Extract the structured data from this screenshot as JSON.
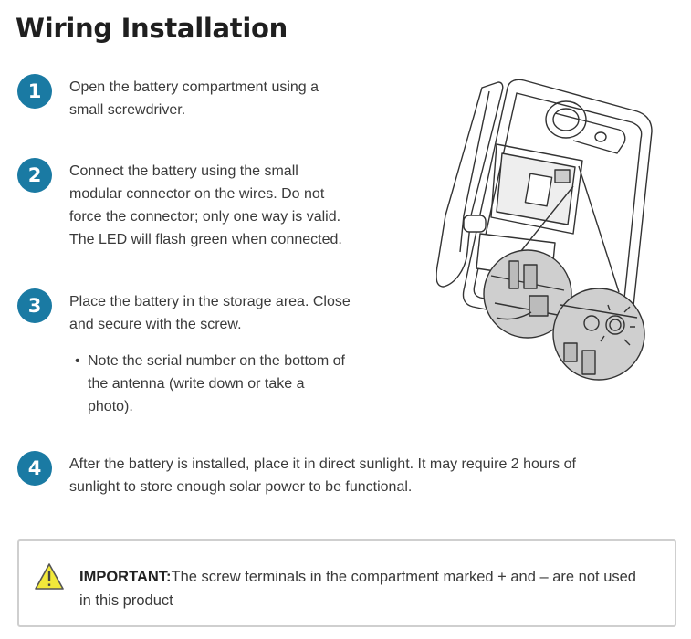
{
  "page": {
    "title": "Wiring Installation"
  },
  "steps": [
    {
      "number": "1",
      "lines": [
        "Open the battery compartment using a",
        "small screwdriver."
      ]
    },
    {
      "number": "2",
      "lines": [
        "Connect the battery using the small",
        "modular connector on the wires. Do not",
        "force the connector; only one way is valid.",
        "The LED will flash green when connected."
      ]
    },
    {
      "number": "3",
      "lines": [
        "Place the battery in the storage area. Close",
        "and secure with the screw."
      ],
      "bullet": {
        "symbol": "•",
        "lines": [
          "Note the serial number on the bottom of",
          "the antenna (write down or take a",
          "photo)."
        ]
      }
    },
    {
      "number": "4",
      "lines": [
        "After the battery is installed, place it in direct sunlight. It may require 2 hours of",
        "sunlight to store enough solar power to be functional."
      ]
    }
  ],
  "illustration": {
    "icon": "device-battery-compartment-illustration"
  },
  "note": {
    "icon": "warning-triangle-icon",
    "label": "IMPORTANT:",
    "text": "The screw terminals in the compartment marked + and – are not used",
    "text_line2": "in this product",
    "colors": {
      "icon_fill": "#f2e93a",
      "border": "#cfcfcf"
    }
  },
  "colors": {
    "badge": "#1a7aa3",
    "title": "#1f1f1f",
    "body_text": "#3a3a3a"
  }
}
